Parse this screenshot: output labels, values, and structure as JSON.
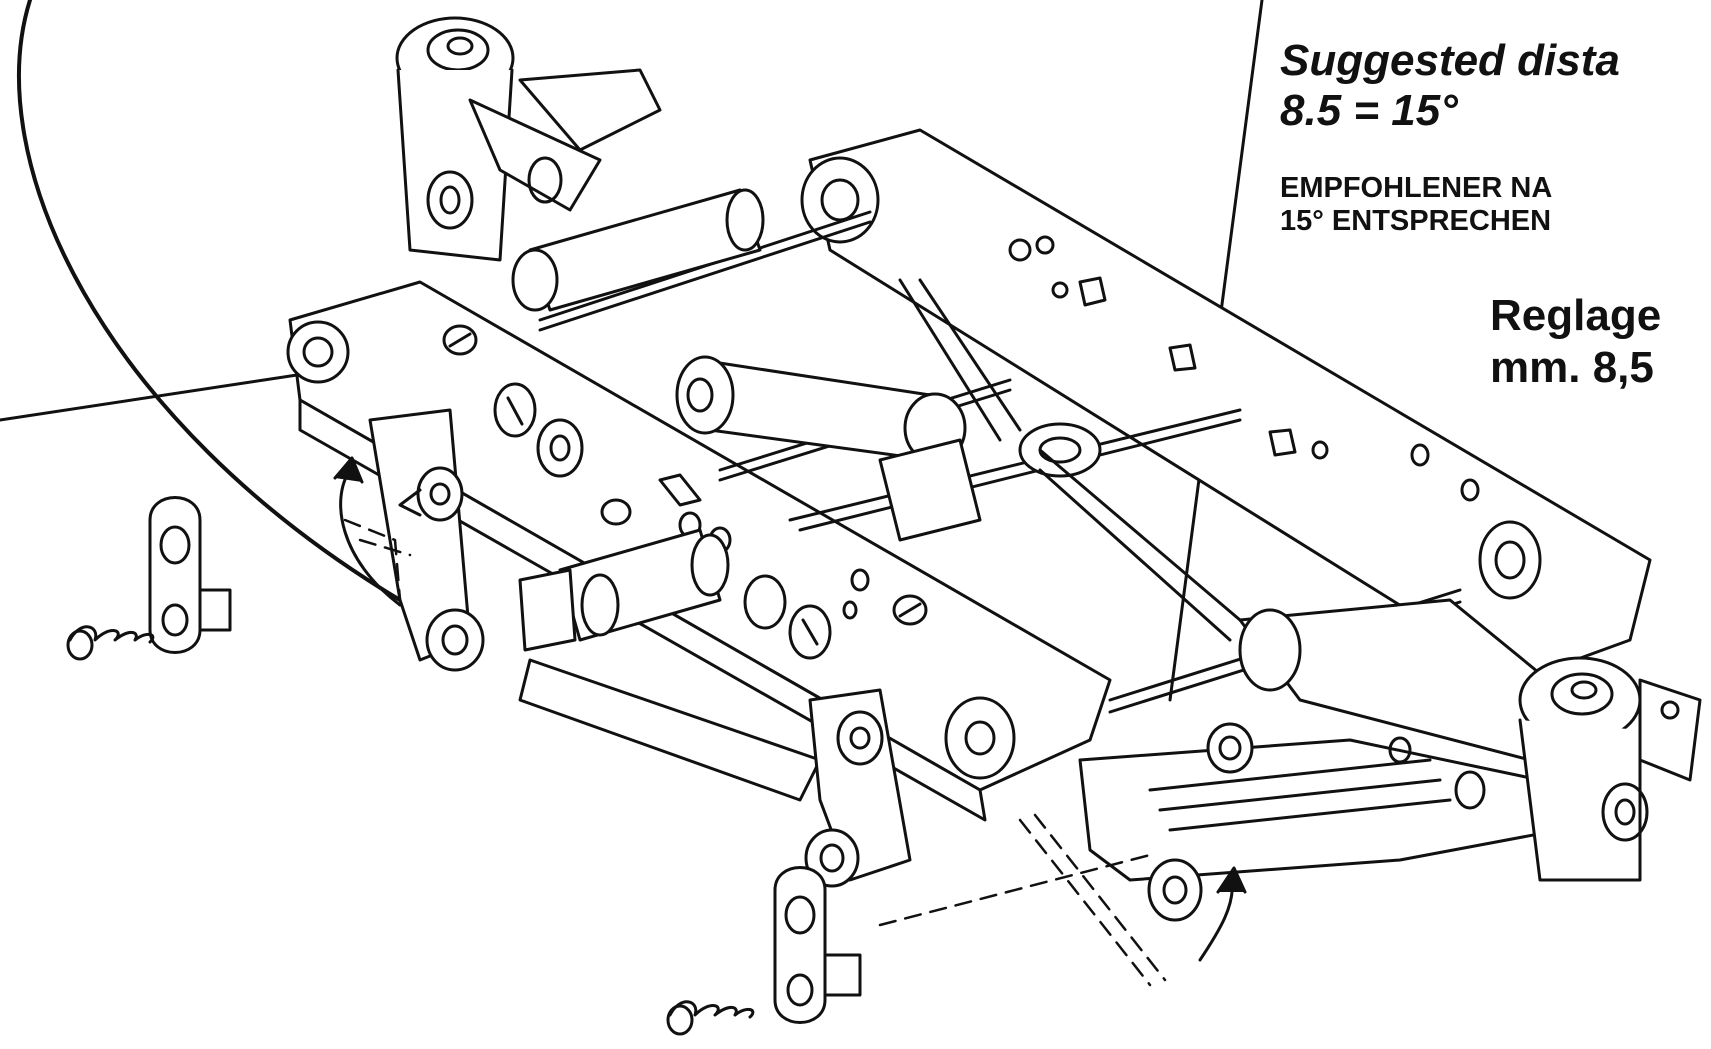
{
  "captions": {
    "english": {
      "line1": "Suggested dista",
      "line2": "8.5 = 15°"
    },
    "german": {
      "line1": "EMPFOHLENER NA",
      "line2": "15° ENTSPRECHEN"
    },
    "french": {
      "line1": "Reglage",
      "line2": "mm. 8,5"
    }
  },
  "colors": {
    "ink": "#111111",
    "paper": "#ffffff"
  },
  "icons": [
    "screw-icon",
    "mounting-plate-icon",
    "arrow-icon"
  ]
}
